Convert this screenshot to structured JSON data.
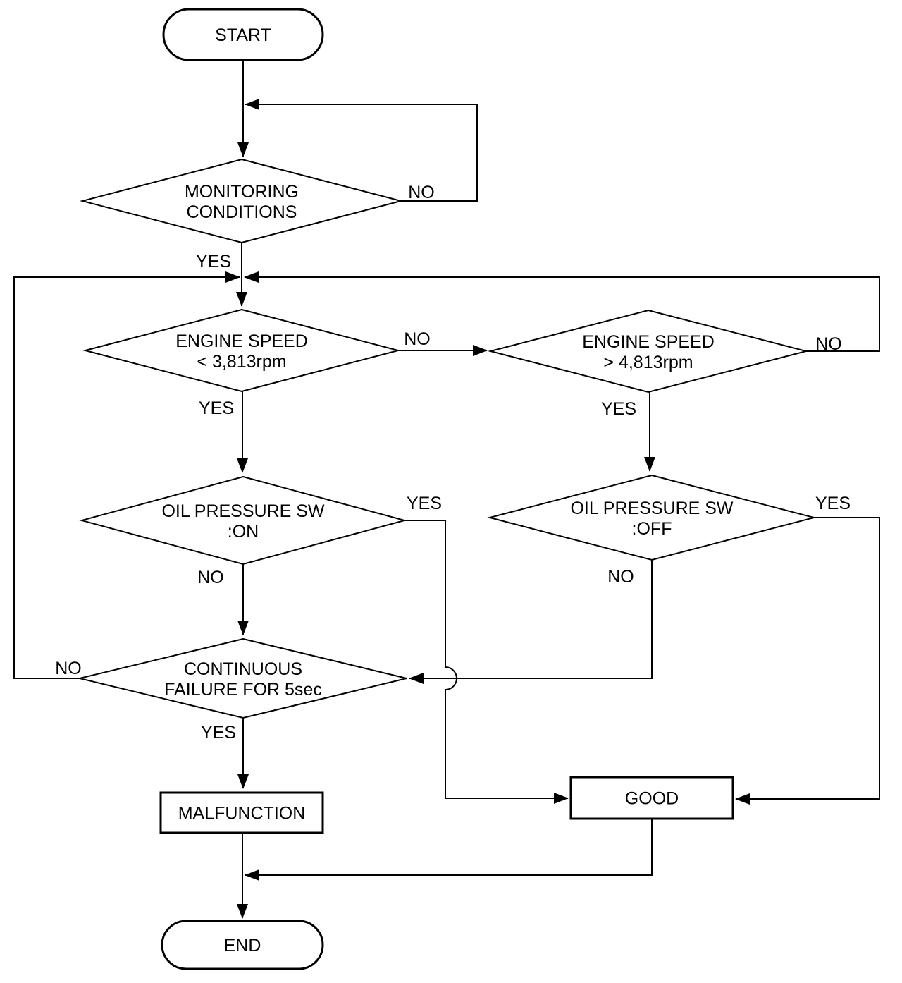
{
  "diagram": {
    "type": "flowchart",
    "colors": {
      "background": "#ffffff",
      "line": "#000000",
      "text": "#000000"
    },
    "nodes": {
      "start": {
        "type": "terminator",
        "label": "START"
      },
      "monitoring": {
        "type": "decision",
        "label_lines": [
          "MONITORING",
          "CONDITIONS"
        ]
      },
      "engine_low": {
        "type": "decision",
        "label_lines": [
          "ENGINE SPEED",
          "< 3,813rpm"
        ]
      },
      "engine_high": {
        "type": "decision",
        "label_lines": [
          "ENGINE SPEED",
          "> 4,813rpm"
        ]
      },
      "oil_on": {
        "type": "decision",
        "label_lines": [
          "OIL PRESSURE SW",
          ":ON"
        ]
      },
      "oil_off": {
        "type": "decision",
        "label_lines": [
          "OIL PRESSURE SW",
          ":OFF"
        ]
      },
      "cont_fail": {
        "type": "decision",
        "label_lines": [
          "CONTINUOUS",
          "FAILURE FOR 5sec"
        ]
      },
      "malfunction": {
        "type": "process",
        "label": "MALFUNCTION"
      },
      "good": {
        "type": "process",
        "label": "GOOD"
      },
      "end": {
        "type": "terminator",
        "label": "END"
      }
    },
    "edges": {
      "start_flow": {
        "from": "start",
        "to": "monitoring"
      },
      "monitoring_no_loop": {
        "from": "monitoring",
        "to": "monitoring",
        "label": "NO"
      },
      "monitoring_yes": {
        "from": "monitoring",
        "to": "engine_low",
        "label": "YES"
      },
      "engine_low_no": {
        "from": "engine_low",
        "to": "engine_high",
        "label": "NO"
      },
      "engine_low_yes": {
        "from": "engine_low",
        "to": "oil_on",
        "label": "YES"
      },
      "engine_high_no_loop": {
        "from": "engine_high",
        "to": "engine_low",
        "label": "NO"
      },
      "engine_high_yes": {
        "from": "engine_high",
        "to": "oil_off",
        "label": "YES"
      },
      "oil_on_yes": {
        "from": "oil_on",
        "to": "good",
        "label": "YES"
      },
      "oil_on_no": {
        "from": "oil_on",
        "to": "cont_fail",
        "label": "NO"
      },
      "oil_off_yes": {
        "from": "oil_off",
        "to": "good",
        "label": "YES"
      },
      "oil_off_no": {
        "from": "oil_off",
        "to": "cont_fail",
        "label": "NO"
      },
      "cont_fail_no_loop": {
        "from": "cont_fail",
        "to": "engine_low",
        "label": "NO"
      },
      "cont_fail_yes": {
        "from": "cont_fail",
        "to": "malfunction",
        "label": "YES"
      },
      "malfunction_to_end": {
        "from": "malfunction",
        "to": "end"
      },
      "good_return": {
        "from": "good",
        "to": "end"
      }
    }
  }
}
